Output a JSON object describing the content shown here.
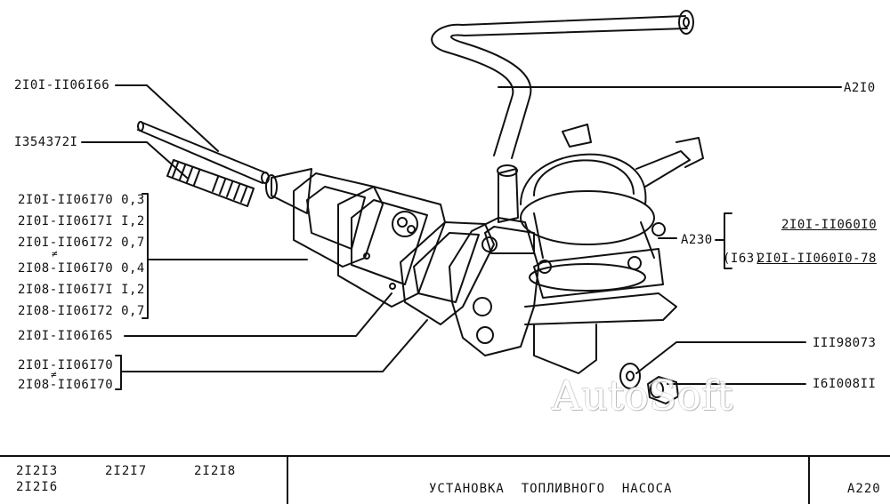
{
  "callouts_left": {
    "c1": "2I0I-II06I66",
    "c2": "I354372I",
    "group1": [
      "2I0I-II06I70 0,3",
      "2I0I-II06I7I I,2",
      "2I0I-II06I72 0,7",
      "2I08-II06I70 0,4",
      "2I08-II06I7I I,2",
      "2I08-II06I72 0,7"
    ],
    "group1_ne": "≠",
    "c3": "2I0I-II06I65",
    "group2": [
      "2I0I-II06I70",
      "2I08-II06I70"
    ],
    "group2_ne": "≠"
  },
  "callouts_right": {
    "hose": "A2I0",
    "pump": "A230",
    "pump_opt1": "2I0I-II060I0",
    "pump_opt2_prefix": "(I63)",
    "pump_opt2": "2I0I-II060I0-78",
    "washer": "III98073",
    "nut": "I6I008II"
  },
  "watermark": "AutoSoft",
  "footer": {
    "models_row1": [
      "2I2I3",
      "2I2I7",
      "2I2I8"
    ],
    "models_row2": [
      "2I2I6"
    ],
    "title": "УСТАНОВКА  ТОПЛИВНОГО  НАСОСА",
    "code": "A220"
  }
}
